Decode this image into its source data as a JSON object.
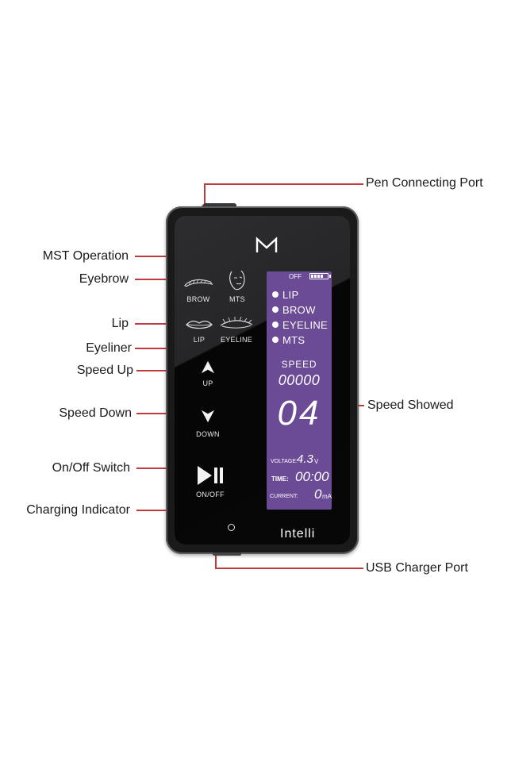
{
  "callouts": {
    "pen_connecting_port": "Pen Connecting Port",
    "mst_operation": "MST Operation",
    "eyebrow": "Eyebrow",
    "lip": "Lip",
    "eyeliner": "Eyeliner",
    "speed_up": "Speed Up",
    "speed_down": "Speed Down",
    "on_off_switch": "On/Off Switch",
    "charging_indicator": "Charging Indicator",
    "speed_showed": "Speed Showed",
    "usb_charger_port": "USB Charger Port"
  },
  "device": {
    "brand": "Intelli",
    "buttons": {
      "brow": "BROW",
      "mts": "MTS",
      "lip": "LIP",
      "eyeline": "EYELINE",
      "up": "UP",
      "down": "DOWN",
      "on_off": "ON/OFF"
    },
    "icons": {
      "logo": "m-logo-icon",
      "brow": "eyebrow-icon",
      "mts": "face-icon",
      "lip": "lips-icon",
      "eyeline": "eyelash-icon",
      "up": "triangle-up-icon",
      "down": "triangle-down-icon",
      "on_off": "play-pause-icon",
      "charging": "charging-led-icon"
    }
  },
  "lcd": {
    "status": "OFF",
    "battery_level": 1.0,
    "modes": [
      "LIP",
      "BROW",
      "EYELINE",
      "MTS"
    ],
    "speed_label": "SPEED",
    "counter": "00000",
    "speed_value": "04",
    "voltage_label": "VOLTAGE:",
    "voltage_value": "4.3",
    "voltage_unit": "V",
    "time_label": "TIME:",
    "time_value": "00:00",
    "current_label": "CURRENT:",
    "current_value": "0",
    "current_unit": "mA"
  },
  "colors": {
    "accent": "#d9534f",
    "lcd_background": "#6b4a96",
    "device_body": "#1a1a1b",
    "leader_line": "#c0393b"
  }
}
